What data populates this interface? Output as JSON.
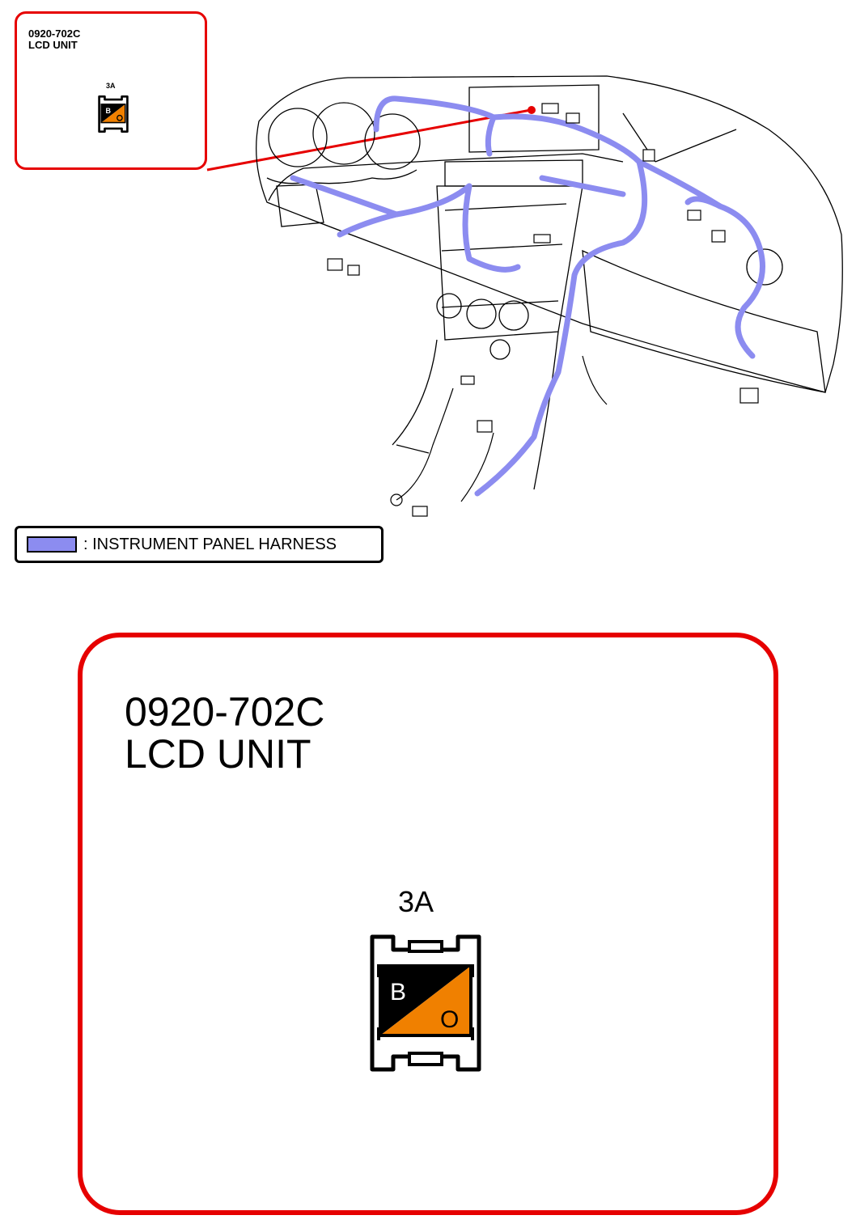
{
  "callout_small": {
    "connector_code": "0920-702C",
    "connector_name": "LCD UNIT",
    "connector_label": "3A"
  },
  "legend": {
    "label": ": INSTRUMENT PANEL HARNESS",
    "swatch_color": "#8c8cf0"
  },
  "callout_big": {
    "connector_code": "0920-702C",
    "connector_name": "LCD UNIT",
    "connector_label": "3A",
    "connector": {
      "pin_upper_left": "B",
      "pin_lower_right": "O",
      "upper_color": "#000000",
      "lower_color": "#f08000"
    }
  },
  "colors": {
    "callout_border": "#e60000",
    "harness": "#8c8cf0"
  }
}
